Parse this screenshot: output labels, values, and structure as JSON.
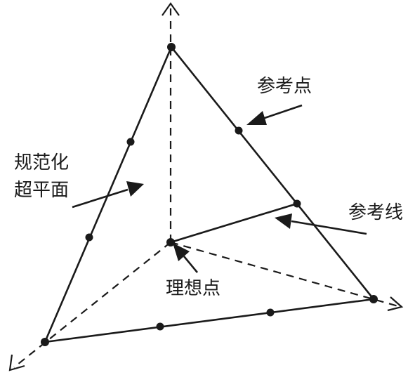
{
  "labels": {
    "reference_point": "参考点",
    "normalized_hyperplane_line1": "规范化",
    "normalized_hyperplane_line2": "超平面",
    "reference_line": "参考线",
    "ideal_point": "理想点"
  }
}
